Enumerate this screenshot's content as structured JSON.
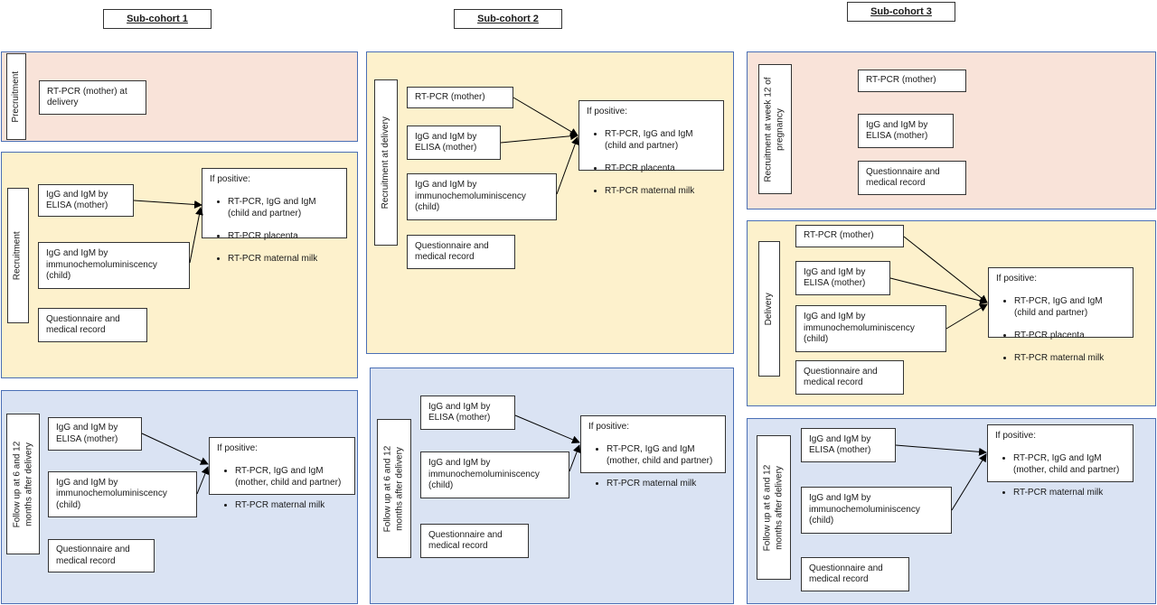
{
  "headers": {
    "c1": "Sub-cohort 1",
    "c2": "Sub-cohort 2",
    "c3": "Sub-cohort 3"
  },
  "c1": {
    "pre": {
      "label": "Precruitment",
      "b1": "RT-PCR (mother) at\ndelivery"
    },
    "rec": {
      "label": "Recruitment",
      "b1": "IgG and IgM by\nELISA (mother)",
      "b2": "IgG and IgM by\nimmunochemoluminiscency\n(child)",
      "b3": "Questionnaire and\nmedical record",
      "pos_title": "If positive:",
      "pos": [
        "RT-PCR, IgG and IgM (child and partner)",
        "RT-PCR placenta",
        "RT-PCR maternal milk"
      ]
    },
    "fu": {
      "label": "Follow up at 6 and 12\nmonths after delivery",
      "b1": "IgG and IgM by\nELISA (mother)",
      "b2": "IgG and IgM by\nimmunochemoluminiscency\n(child)",
      "b3": "Questionnaire and\nmedical record",
      "pos_title": "If positive:",
      "pos": [
        "RT-PCR, IgG and IgM (mother, child and partner)",
        "RT-PCR maternal milk"
      ]
    }
  },
  "c2": {
    "rec": {
      "label": "Recruitment at delivery",
      "b1": "RT-PCR (mother)",
      "b2": "IgG and IgM by\nELISA (mother)",
      "b3": "IgG and IgM by\nimmunochemoluminiscency\n(child)",
      "b4": "Questionnaire and\nmedical record",
      "pos_title": "If positive:",
      "pos": [
        "RT-PCR, IgG and IgM (child and partner)",
        "RT-PCR placenta",
        "RT-PCR maternal milk"
      ]
    },
    "fu": {
      "label": "Follow up at 6 and 12\nmonths after delivery",
      "b1": "IgG and IgM by\nELISA (mother)",
      "b2": "IgG and IgM by\nimmunochemoluminiscency\n(child)",
      "b3": "Questionnaire and\nmedical record",
      "pos_title": "If positive:",
      "pos": [
        "RT-PCR, IgG and IgM (mother, child and partner)",
        "RT-PCR maternal milk"
      ]
    }
  },
  "c3": {
    "rec": {
      "label": "Recruitment at week 12 of\npregnancy",
      "b1": "RT-PCR (mother)",
      "b2": "IgG and IgM by\nELISA (mother)",
      "b3": "Questionnaire and\nmedical record"
    },
    "del": {
      "label": "Delivery",
      "b1": "RT-PCR (mother)",
      "b2": "IgG and IgM by\nELISA (mother)",
      "b3": "IgG and IgM by\nimmunochemoluminiscency\n(child)",
      "b4": "Questionnaire and\nmedical record",
      "pos_title": "If positive:",
      "pos": [
        "RT-PCR, IgG and IgM (child and partner)",
        "RT-PCR placenta",
        "RT-PCR maternal milk"
      ]
    },
    "fu": {
      "label": "Follow up at 6 and 12\nmonths after delivery",
      "b1": "IgG and IgM by\nELISA (mother)",
      "b2": "IgG and IgM by\nimmunochemoluminiscency\n(child)",
      "b3": "Questionnaire and\nmedical record",
      "pos_title": "If positive:",
      "pos": [
        "RT-PCR, IgG and IgM (mother, child and partner)",
        "RT-PCR maternal milk"
      ]
    }
  }
}
